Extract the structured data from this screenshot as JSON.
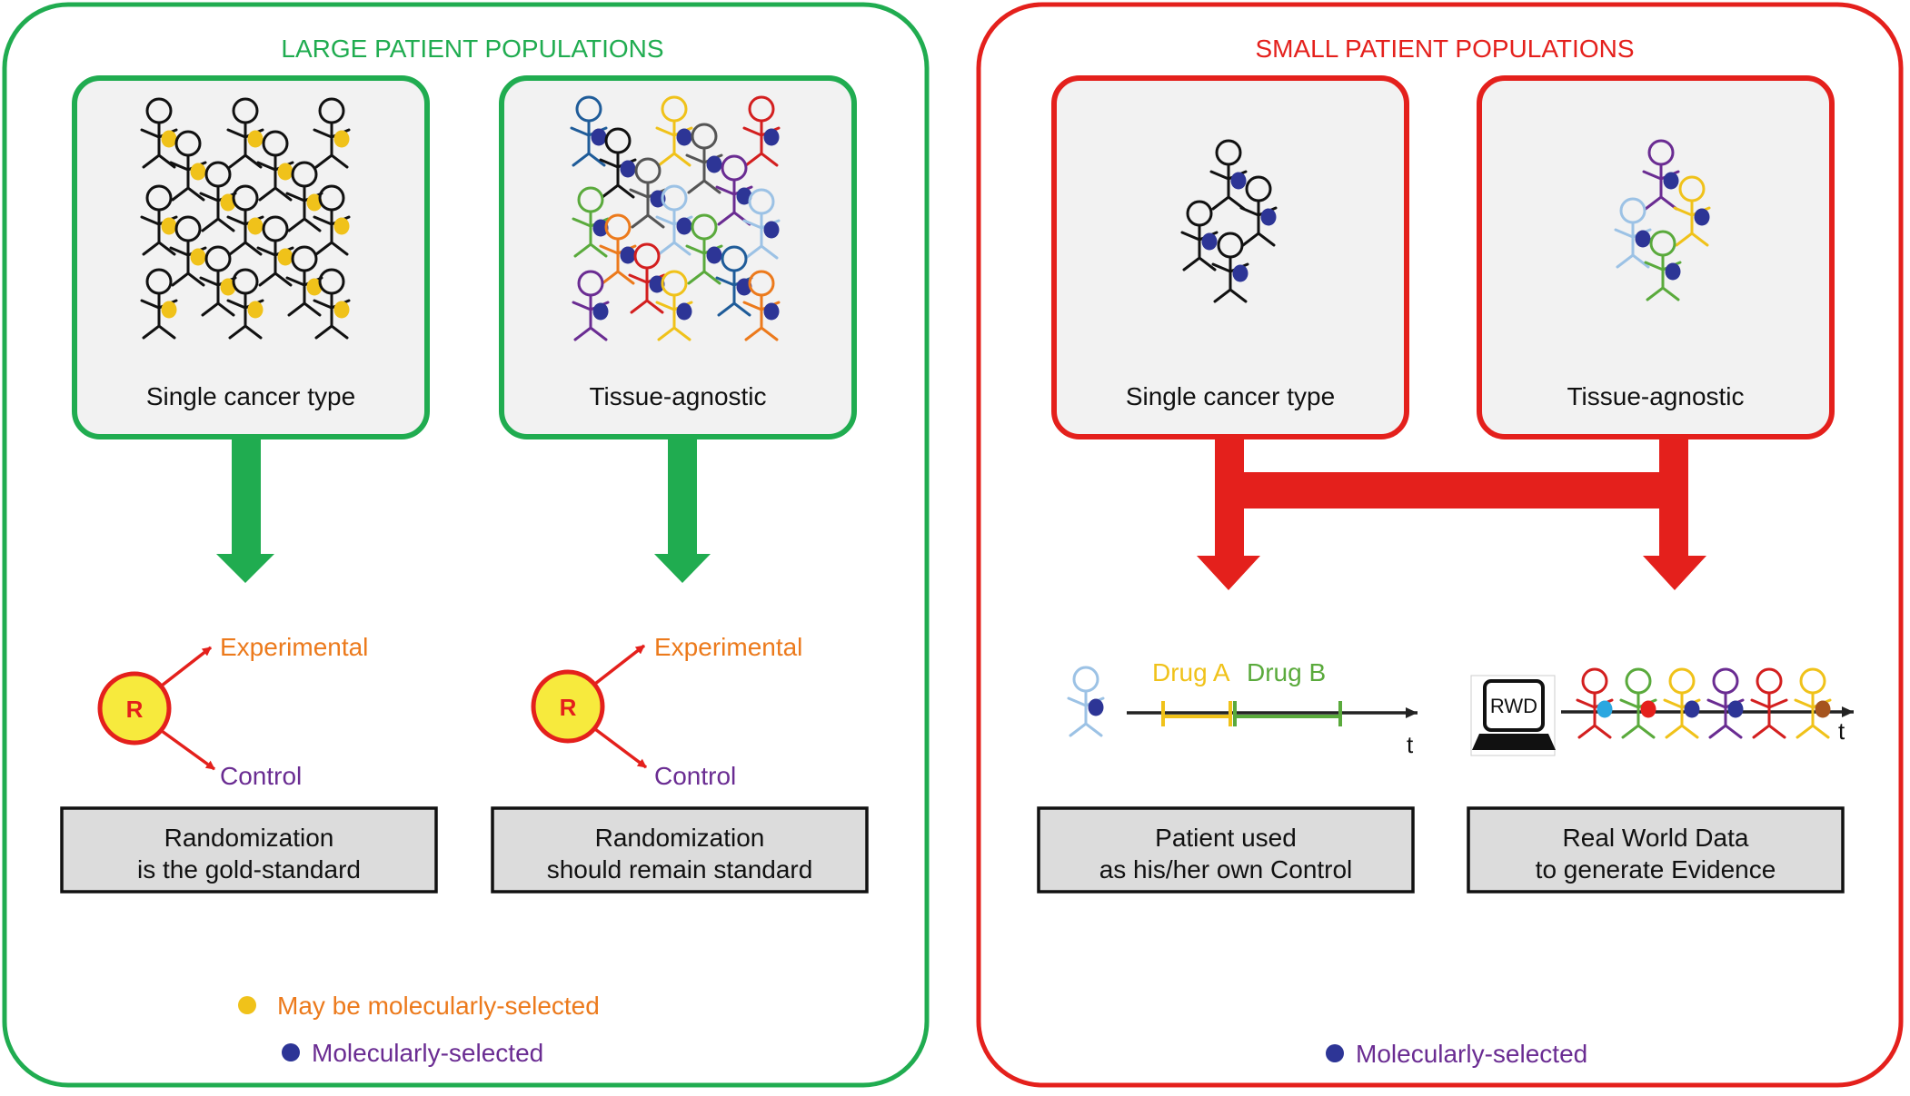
{
  "colors": {
    "green": "#20ac50",
    "red": "#e4201c",
    "orange": "#ec7a1c",
    "purple": "#6a2c92",
    "yellow_dot": "#f0c21a",
    "navy_dot": "#2d3596",
    "panel_fill": "#f2f2f2",
    "box_fill": "#dcdcdc",
    "circle_fill": "#f7ea3d"
  },
  "left": {
    "title": "LARGE PATIENT POPULATIONS",
    "box1_label": "Single cancer type",
    "box2_label": "Tissue-agnostic",
    "r_label": "R",
    "experimental": "Experimental",
    "control": "Control",
    "result1_line1": "Randomization",
    "result1_line2": "is the gold-standard",
    "result2_line1": "Randomization",
    "result2_line2": "should remain standard",
    "legend_yellow": "May be molecularly-selected",
    "legend_navy": "Molecularly-selected"
  },
  "right": {
    "title": "SMALL PATIENT POPULATIONS",
    "box1_label": "Single cancer type",
    "box2_label": "Tissue-agnostic",
    "drug_a": "Drug A",
    "drug_b": "Drug B",
    "t_label": "t",
    "rwd_label": "RWD",
    "t2_label": "t",
    "result1_line1": "Patient used",
    "result1_line2": "as his/her own Control",
    "result2_line1": "Real World Data",
    "result2_line2": "to generate Evidence",
    "legend_navy": "Molecularly-selected"
  }
}
